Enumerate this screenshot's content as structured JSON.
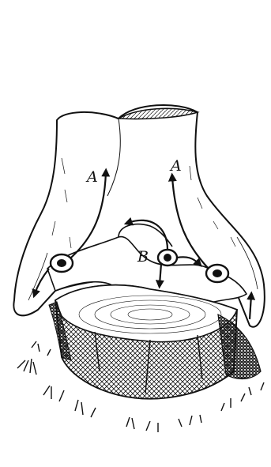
{
  "labels": {
    "a_left": "A",
    "a_right": "A",
    "b_center": "B"
  },
  "colors": {
    "ink": "#111111",
    "paper": "#ffffff"
  }
}
